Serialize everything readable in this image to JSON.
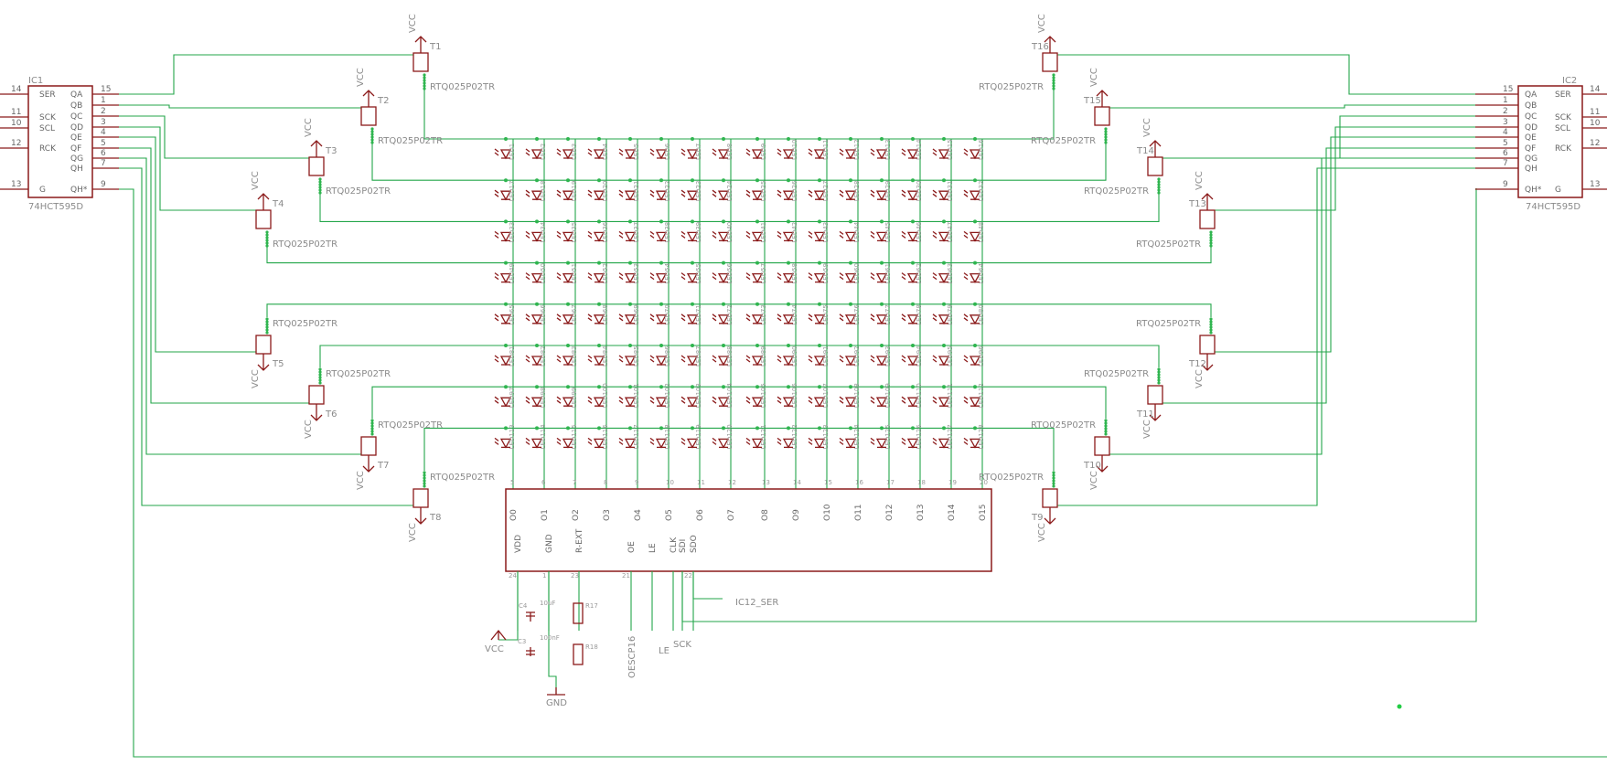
{
  "shift_registers": [
    {
      "ref": "IC1",
      "part": "74HCT595D",
      "left_pins": [
        [
          "14",
          "SER"
        ],
        [
          "11",
          "SCK"
        ],
        [
          "10",
          "SCL"
        ],
        [
          "12",
          "RCK"
        ],
        [
          "13",
          "G"
        ]
      ],
      "right_pins": [
        [
          "15",
          "QA"
        ],
        [
          "1",
          "QB"
        ],
        [
          "2",
          "QC"
        ],
        [
          "3",
          "QD"
        ],
        [
          "4",
          "QE"
        ],
        [
          "5",
          "QF"
        ],
        [
          "6",
          "QG"
        ],
        [
          "7",
          "QH"
        ],
        [
          "9",
          "QH*"
        ]
      ]
    },
    {
      "ref": "IC2",
      "part": "74HCT595D",
      "left_pins": [
        [
          "15",
          "QA"
        ],
        [
          "1",
          "QB"
        ],
        [
          "2",
          "QC"
        ],
        [
          "3",
          "QD"
        ],
        [
          "4",
          "QE"
        ],
        [
          "5",
          "QF"
        ],
        [
          "6",
          "QG"
        ],
        [
          "7",
          "QH"
        ],
        [
          "9",
          "QH*"
        ]
      ],
      "right_pins": [
        [
          "14",
          "SER"
        ],
        [
          "11",
          "SCK"
        ],
        [
          "10",
          "SCL"
        ],
        [
          "12",
          "RCK"
        ],
        [
          "13",
          "G"
        ]
      ]
    }
  ],
  "transistors": {
    "part": "RTQ025P02TR",
    "supply": "VCC",
    "labels": [
      "T1",
      "T2",
      "T3",
      "T4",
      "T5",
      "T6",
      "T7",
      "T8",
      "T9",
      "T10",
      "T11",
      "T12",
      "T13",
      "T14",
      "T15",
      "T16"
    ]
  },
  "led_matrix": {
    "rows": 8,
    "cols": 16,
    "prefix": "LED",
    "row_visible_numbers": [
      [
        1,
        2,
        3,
        4,
        5,
        6,
        7,
        8,
        9,
        10,
        11,
        12,
        13,
        14,
        15,
        16
      ],
      [
        17,
        18,
        19,
        20,
        21,
        22,
        23,
        24,
        25,
        26,
        27,
        28,
        29,
        30,
        31,
        32
      ],
      [
        33,
        34,
        35,
        36,
        37,
        38,
        39,
        40,
        41,
        42,
        43,
        44,
        45,
        46,
        47,
        48
      ],
      [
        49,
        50,
        51,
        52,
        53,
        54,
        55,
        56,
        57,
        58,
        59,
        60,
        61,
        62,
        63,
        64
      ],
      [
        65,
        66,
        67,
        68,
        69,
        70,
        71,
        72,
        73,
        74,
        75,
        76,
        77,
        78,
        79,
        80
      ],
      [
        81,
        82,
        83,
        84,
        85,
        86,
        87,
        88,
        89,
        90,
        91,
        92,
        93,
        94,
        95,
        96
      ],
      [
        97,
        98,
        99,
        100,
        101,
        102,
        103,
        104,
        105,
        106,
        107,
        108,
        109,
        110,
        111,
        112
      ],
      [
        113,
        114,
        115,
        116,
        117,
        118,
        119,
        120,
        121,
        122,
        123,
        124,
        125,
        126,
        127,
        128
      ]
    ]
  },
  "driver": {
    "outputs": [
      "O0",
      "O1",
      "O2",
      "O3",
      "O4",
      "O5",
      "O6",
      "O7",
      "O8",
      "O9",
      "O10",
      "O11",
      "O12",
      "O13",
      "O14",
      "O15"
    ],
    "output_pin_numbers": [
      "5",
      "6",
      "7",
      "8",
      "9",
      "10",
      "11",
      "12",
      "13",
      "14",
      "15",
      "16",
      "17",
      "18",
      "19",
      "20"
    ],
    "bottom_pins": [
      "VDD",
      "GND",
      "R-EXT",
      "OE",
      "LE",
      "CLK",
      "SDI",
      "SDO"
    ]
  },
  "passives": {
    "c4": "C4",
    "c4_value": "10uF",
    "c3": "C3",
    "c3_value": "100nF",
    "r17": "R17",
    "r18": "R18"
  },
  "net_labels": {
    "vcc": "VCC",
    "gnd": "GND",
    "sdo_net": "IC12_SER",
    "oe_net": "OESCP16",
    "le_net": "LE",
    "clk_net": "SCK"
  },
  "pin_numbers": {
    "vdd": "24",
    "gnd": "1",
    "rext": "23",
    "oe": "21",
    "sdo": "22"
  }
}
